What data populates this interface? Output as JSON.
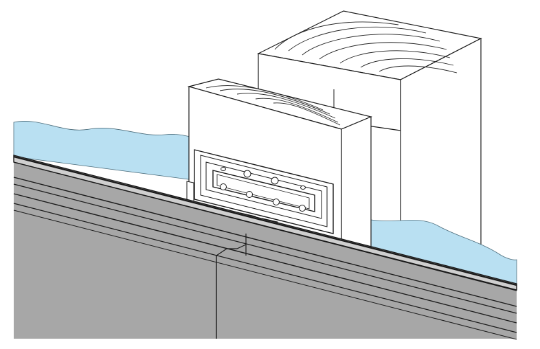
{
  "colors": {
    "background": "#ffffff",
    "water": "#b9e0f2",
    "panel_face": "#a7a7a7",
    "panel_top": "#c8c8c8",
    "outline": "#1a1a1a",
    "wood": "#ffffff",
    "bracket": "#ffffff"
  },
  "components": [
    {
      "name": "wood-post-rear",
      "label": ""
    },
    {
      "name": "wood-post-front",
      "label": ""
    },
    {
      "name": "mounting-bracket",
      "label": ""
    },
    {
      "name": "panel-joint",
      "label": ""
    },
    {
      "name": "water-surface",
      "label": ""
    }
  ]
}
